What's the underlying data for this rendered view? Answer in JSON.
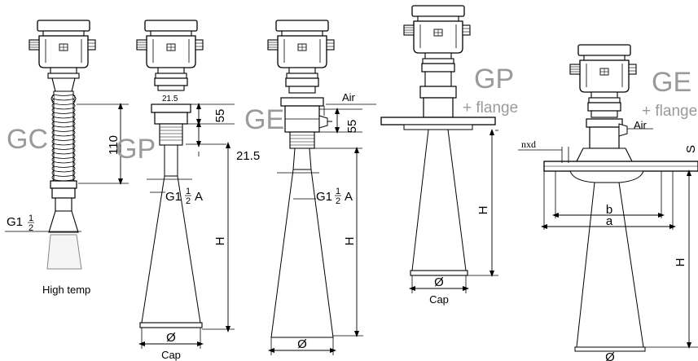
{
  "labels": {
    "gc": "GC",
    "gp1": "GP",
    "ge1": "GE",
    "gp2": "GP",
    "ge2": "GE",
    "flange1": "+ flange",
    "flange2": "+ flange",
    "high_temp": "High temp",
    "air1": "Air",
    "air2": "Air",
    "nxd": "nxd"
  },
  "dimensions": {
    "d110": "110",
    "d55a": "55",
    "d55b": "55",
    "d21_5": "21.5",
    "d21_5_small": "21.5",
    "g1_half_a": "G1",
    "g1_half_b": "G1",
    "g1_half_c": "G1",
    "thread_suffix": "A",
    "frac_num": "1",
    "frac_den": "2",
    "h1": "H",
    "h2": "H",
    "h3": "H",
    "h4": "H",
    "dia1": "Ø",
    "dia2": "Ø",
    "dia3": "Ø",
    "dia4": "Ø",
    "cap1": "Cap",
    "cap2": "Cap",
    "b": "b",
    "a": "a",
    "s": "S"
  }
}
